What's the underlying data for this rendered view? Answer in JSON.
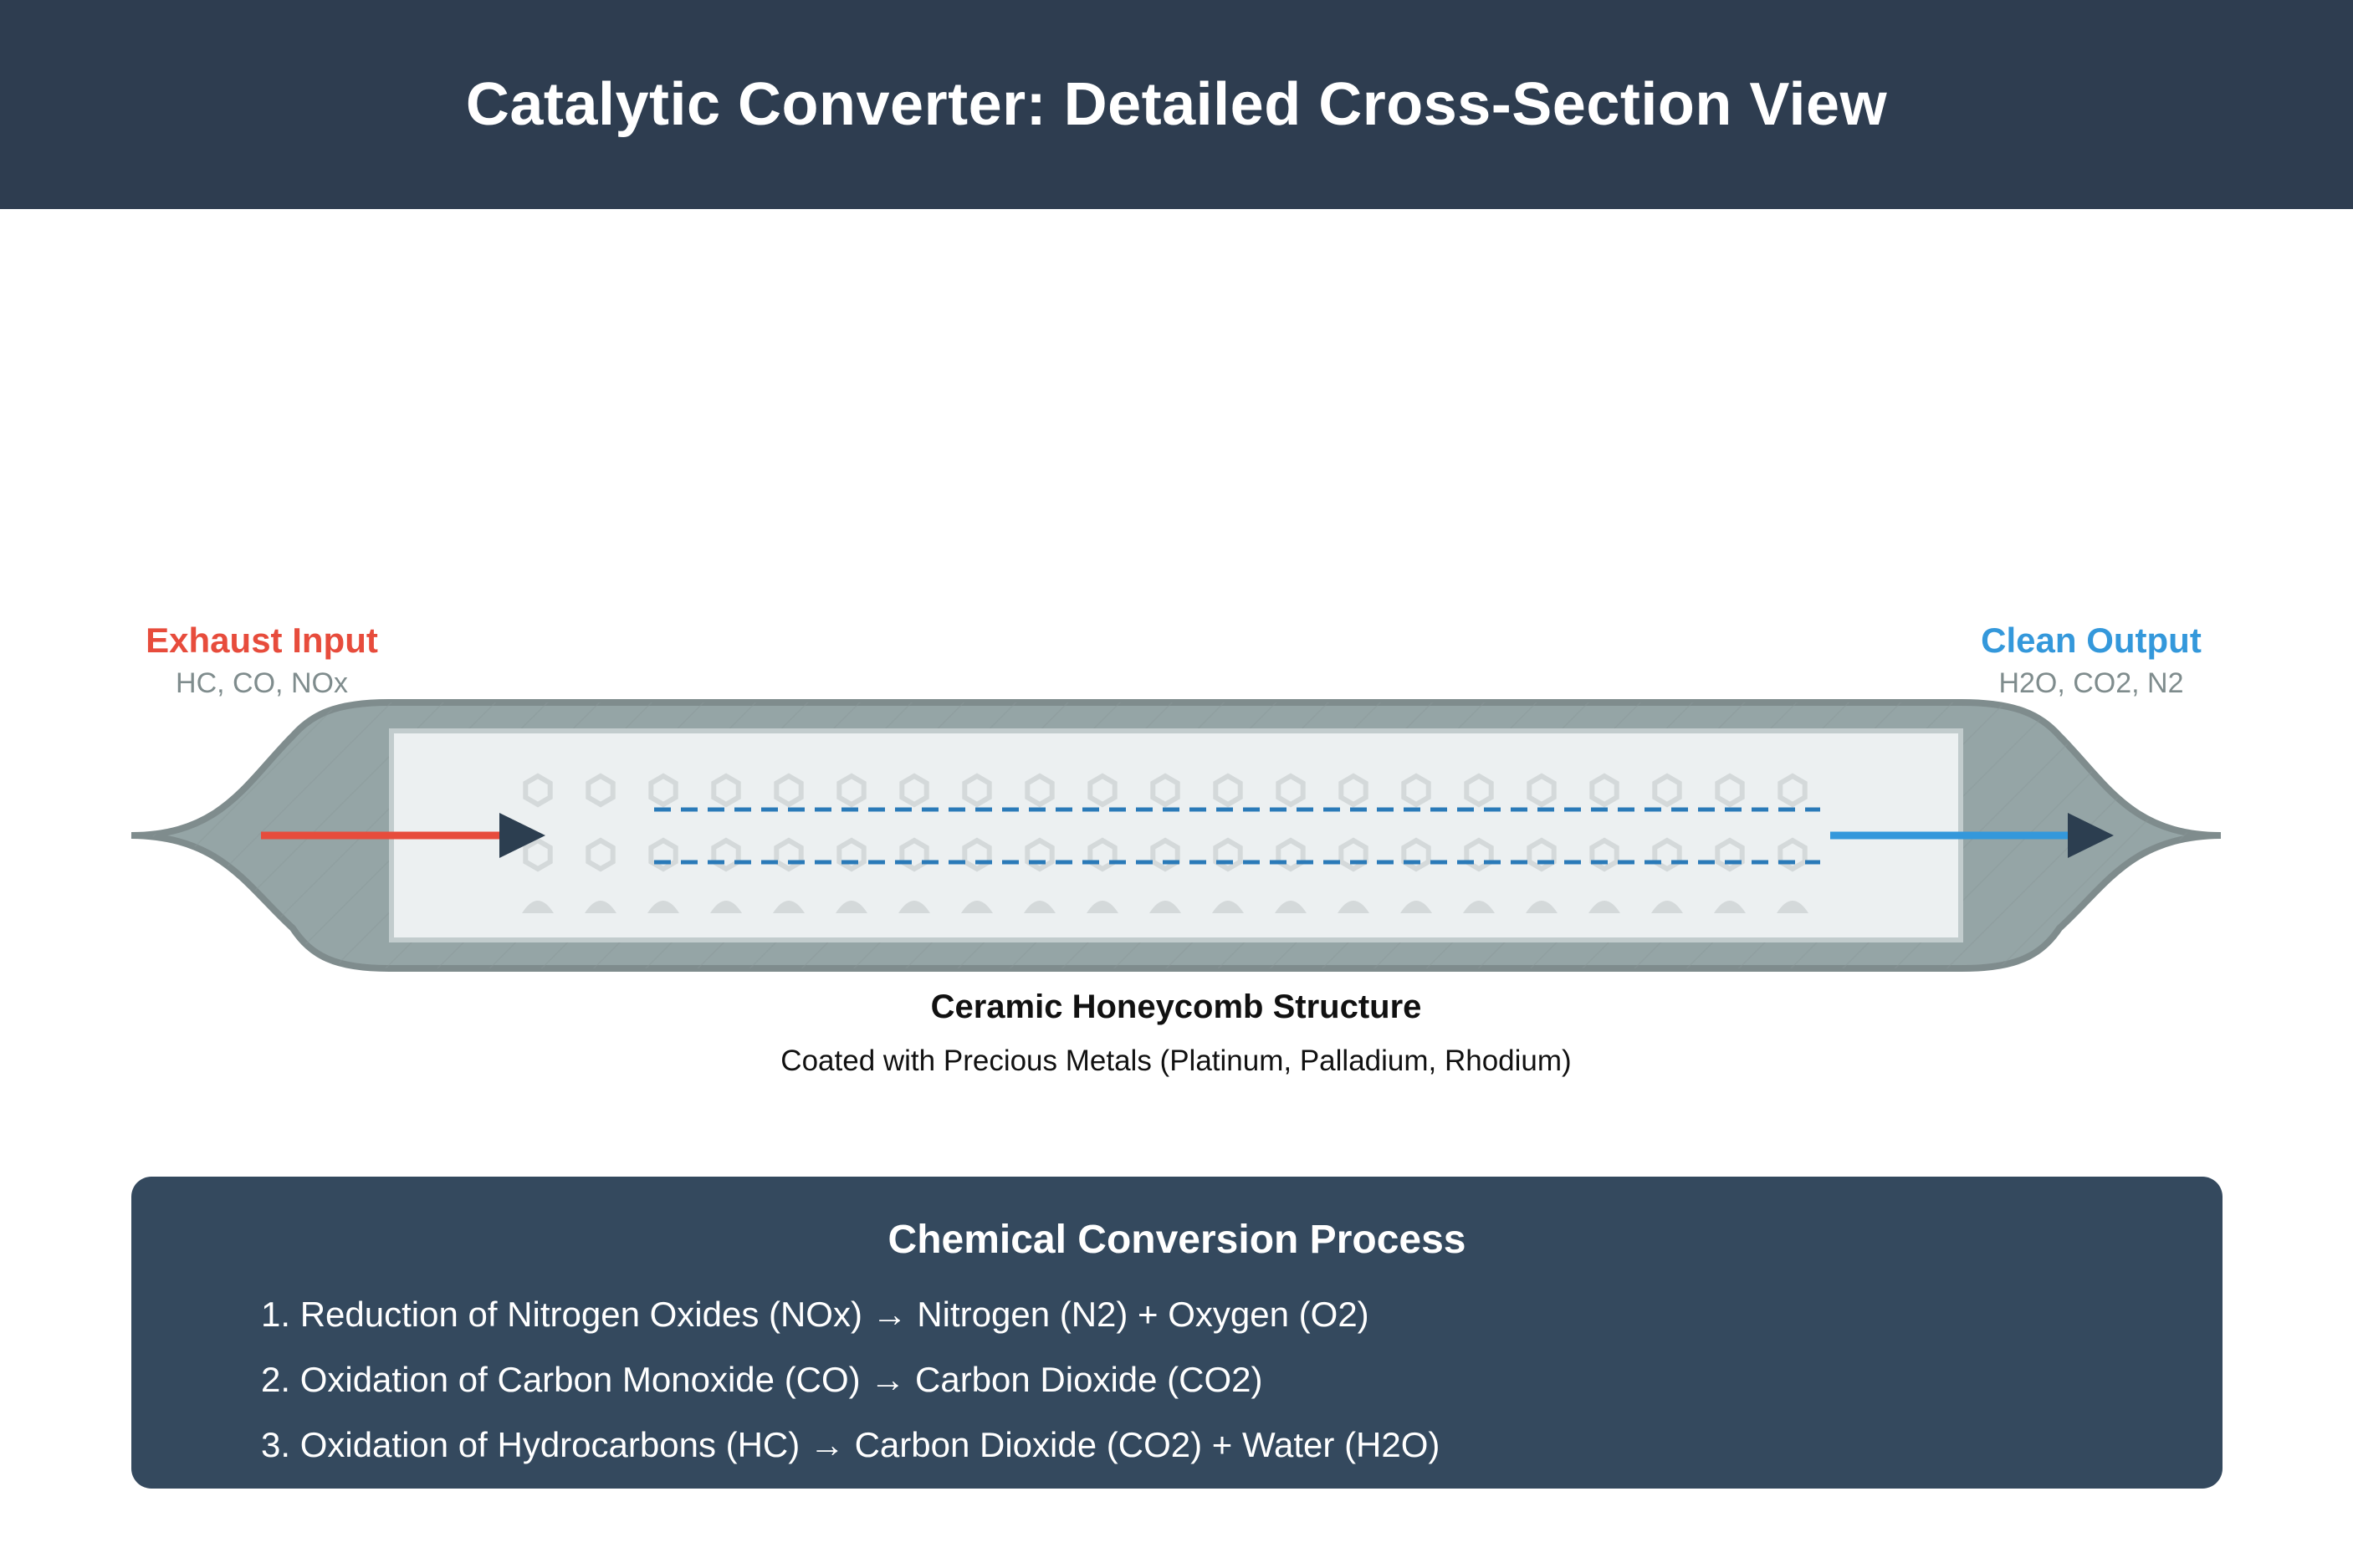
{
  "title": "Catalytic Converter: Detailed Cross-Section View",
  "input": {
    "label": "Exhaust Input",
    "gases": "HC, CO, NOx"
  },
  "output": {
    "label": "Clean Output",
    "gases": "H2O, CO2, N2"
  },
  "core": {
    "label": "Ceramic Honeycomb Structure",
    "sublabel": "Coated with Precious Metals (Platinum, Palladium, Rhodium)"
  },
  "process": {
    "title": "Chemical Conversion Process",
    "steps": [
      "1. Reduction of Nitrogen Oxides (NOx) → Nitrogen (N2) + Oxygen (O2)",
      "2. Oxidation of Carbon Monoxide (CO) → Carbon Dioxide (CO2)",
      "3. Oxidation of Hydrocarbons (HC) → Carbon Dioxide (CO2) + Water (H2O)"
    ]
  },
  "colors": {
    "header": "#2e3d50",
    "input": "#e74c3c",
    "output": "#3498db",
    "flow": "#2a7ab8",
    "shell": "#95a5a6",
    "arrowhead": "#2c3e50",
    "panel": "#34495e"
  }
}
